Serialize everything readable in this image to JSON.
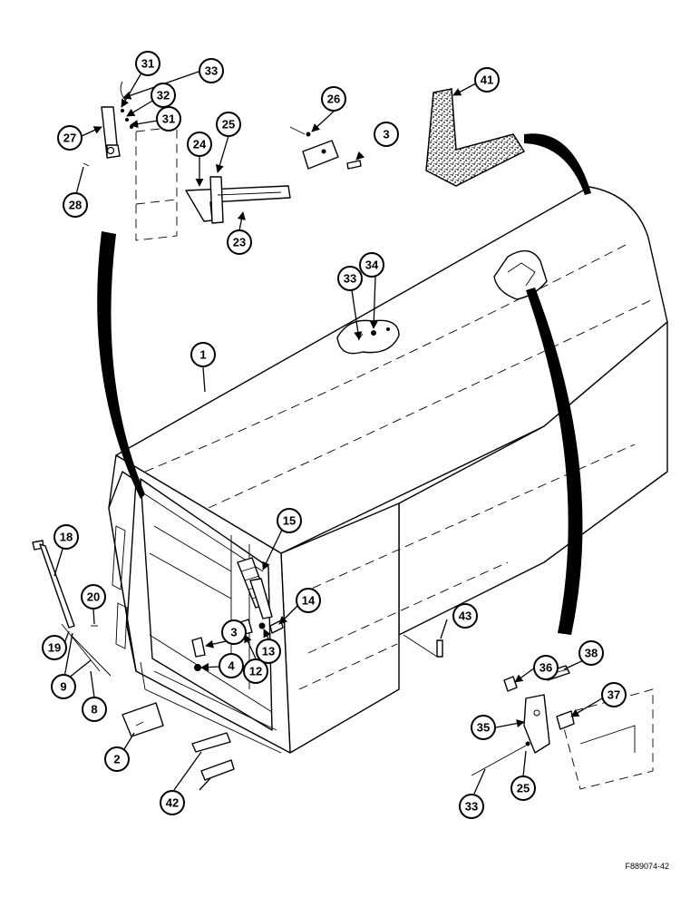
{
  "figure_code": "F889074-42",
  "callouts": [
    "1",
    "2",
    "3",
    "3",
    "4",
    "8",
    "9",
    "12",
    "13",
    "14",
    "15",
    "18",
    "19",
    "20",
    "23",
    "24",
    "25",
    "25",
    "26",
    "27",
    "28",
    "31",
    "31",
    "32",
    "33",
    "33",
    "33",
    "34",
    "35",
    "36",
    "37",
    "38",
    "41",
    "42",
    "43"
  ]
}
